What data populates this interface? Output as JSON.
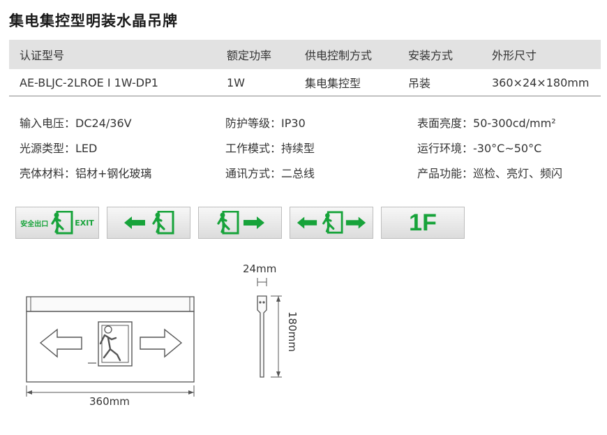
{
  "title": "集电集控型明装水晶吊牌",
  "table": {
    "headers": [
      "认证型号",
      "额定功率",
      "供电控制方式",
      "安装方式",
      "外形尺寸"
    ],
    "row": [
      "AE-BLJC-2LROE I 1W-DP1",
      "1W",
      "集电集控型",
      "吊装",
      "360×24×180mm"
    ]
  },
  "properties": [
    [
      {
        "label": "输入电压：",
        "value": "DC24/36V"
      },
      {
        "label": "防护等级：",
        "value": "IP30"
      },
      {
        "label": "表面亮度：",
        "value": "50-300cd/mm²"
      }
    ],
    [
      {
        "label": "光源类型：",
        "value": "LED"
      },
      {
        "label": "工作模式：",
        "value": "持续型"
      },
      {
        "label": "运行环境：",
        "value": "-30°C~50°C"
      }
    ],
    [
      {
        "label": "壳体材料：",
        "value": "铝材+钢化玻璃"
      },
      {
        "label": "通讯方式：",
        "value": "二总线"
      },
      {
        "label": "产品功能：",
        "value": "巡检、亮灯、频闪"
      }
    ]
  ],
  "signs": {
    "exit_cn": "安全出口",
    "exit_en": "EXIT",
    "floor": "1F",
    "color": "#17a33a"
  },
  "dimensions": {
    "depth": "24mm",
    "height": "180mm",
    "width": "360mm"
  }
}
